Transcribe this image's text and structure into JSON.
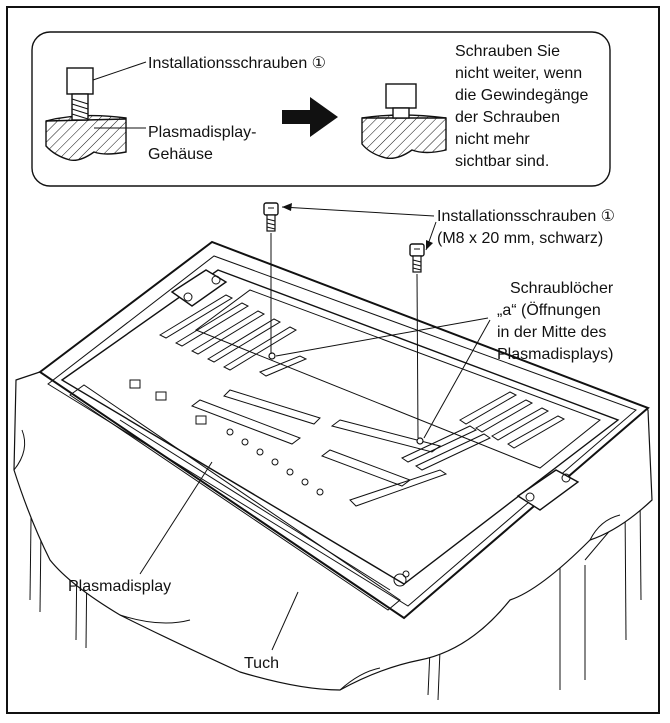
{
  "labels": {
    "screws_top": "Installationsschrauben ①",
    "housing_line1": "Plasmadisplay-",
    "housing_line2": "Gehäuse",
    "note_line1": "Schrauben Sie",
    "note_line2": "nicht weiter, wenn",
    "note_line3": "die Gewindegänge",
    "note_line4": "der Schrauben",
    "note_line5": "nicht mehr",
    "note_line6": "sichtbar sind.",
    "screws_main": "Installationsschrauben ①",
    "screws_spec": "(M8 x 20 mm, schwarz)",
    "holes_line1": "Schraublöcher",
    "holes_line2": "„a“ (Öffnungen",
    "holes_line3": "in der Mitte des",
    "holes_line4": "Plasmadisplays)",
    "plasma": "Plasmadisplay",
    "cloth": "Tuch"
  }
}
